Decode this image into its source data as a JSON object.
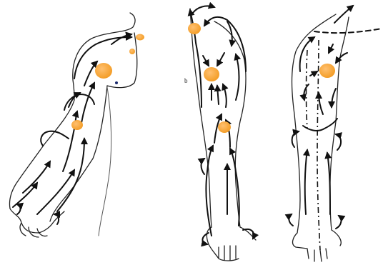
{
  "diagram": {
    "annotation_label": "b",
    "colors": {
      "node": "#f39c24",
      "node_highlight": "#ffc070",
      "line": "#111111",
      "background": "#ffffff"
    },
    "figures": [
      {
        "name": "arm-lateral-view",
        "node_count": 4
      },
      {
        "name": "arm-anterior-view",
        "node_count": 3
      },
      {
        "name": "arm-posterior-view",
        "node_count": 1
      }
    ]
  }
}
